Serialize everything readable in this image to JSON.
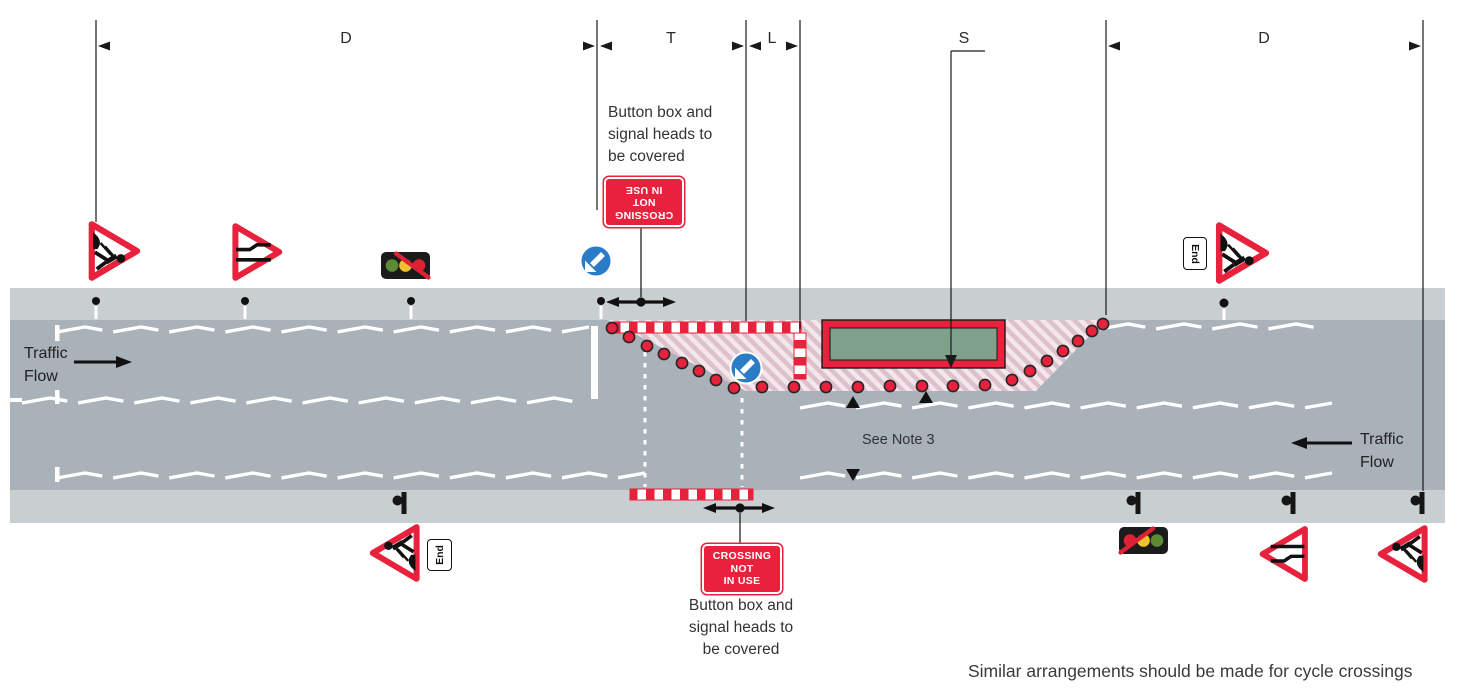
{
  "title_labels": {
    "d_left": "D",
    "t": "T",
    "l": "L",
    "s": "S",
    "d_right": "D"
  },
  "annotations": {
    "button_box_top": {
      "line1": "Button box and",
      "line2": "signal heads to",
      "line3": "be covered"
    },
    "button_box_bottom": {
      "line1": "Button box and",
      "line2": "signal heads to",
      "line3": "be covered"
    },
    "see_note": "See Note 3",
    "similar_note": "Similar arrangements should be made for cycle crossings",
    "traffic_flow_left": {
      "line1": "Traffic",
      "line2": "Flow"
    },
    "traffic_flow_right": {
      "line1": "Traffic",
      "line2": "Flow"
    }
  },
  "signs": {
    "crossing_not_in_use_top": {
      "line1": "CROSSING",
      "line2": "NOT",
      "line3": "IN USE"
    },
    "crossing_not_in_use_bottom": {
      "line1": "CROSSING",
      "line2": "NOT",
      "line3": "IN USE"
    },
    "end_plate_top_right": "End",
    "end_plate_bottom_left": "End",
    "icon_names": [
      "roadworks-triangle",
      "road-narrows-triangle",
      "signals-not-in-use",
      "keep-left-arrow",
      "traffic-cone",
      "works-vehicle",
      "barrier-board",
      "signal-head-position-arrow",
      "sign-post"
    ]
  },
  "colors": {
    "sign_red": "#e8213c",
    "keep_left_blue": "#2a7cc7",
    "verge_grey": "#c9ced0",
    "road_grey": "#a9b1b9",
    "works_vehicle_green": "#7fa18b",
    "amber": "#eec22d",
    "signal_green": "#5d8a33",
    "hatch_pink": "#dcc0cb"
  }
}
